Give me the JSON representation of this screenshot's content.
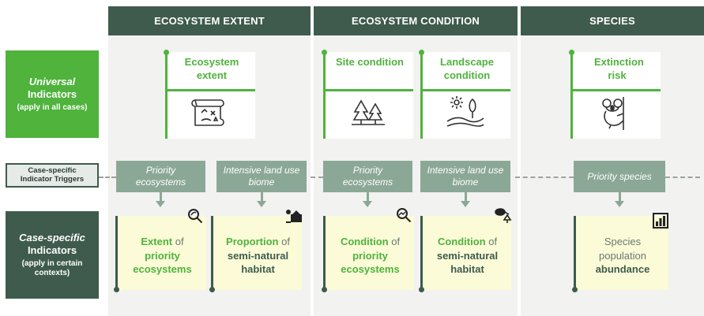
{
  "columns": [
    {
      "header": "ECOSYSTEM EXTENT"
    },
    {
      "header": "ECOSYSTEM CONDITION"
    },
    {
      "header": "SPECIES"
    }
  ],
  "rows": {
    "universal": {
      "title": "Universal",
      "sub": "Indicators",
      "note": "(apply in all cases)"
    },
    "trigger": {
      "text": "Case-specific Indicator Triggers"
    },
    "case": {
      "title": "Case-specific",
      "sub": "Indicators",
      "note": "(apply in certain contexts)"
    }
  },
  "universal_cards": [
    {
      "title": "Ecosystem extent",
      "icon": "map-icon"
    },
    {
      "title": "Site condition",
      "icon": "forest-icon"
    },
    {
      "title": "Landscape condition",
      "icon": "landscape-icon"
    },
    {
      "title": "Extinction risk",
      "icon": "koala-icon"
    }
  ],
  "triggers": [
    {
      "text": "Priority ecosystems"
    },
    {
      "text": "Intensive land use biome"
    },
    {
      "text": "Priority ecosystems"
    },
    {
      "text": "Intensive land use biome"
    },
    {
      "text": "Priority species"
    }
  ],
  "case_cards": [
    {
      "bold": "Extent",
      "mid": "of",
      "rest": "priority ecosystems",
      "icon": "magnifier-leaf-icon"
    },
    {
      "bold": "Proportion",
      "mid": "of",
      "rest": "semi-natural habitat",
      "icon": "habitat-icon"
    },
    {
      "bold": "Condition",
      "mid": "of",
      "rest": "priority ecosystems",
      "icon": "magnifier-trend-icon"
    },
    {
      "bold": "Condition",
      "mid": "of",
      "rest": "semi-natural habitat",
      "icon": "watering-icon"
    },
    {
      "line1": "Species",
      "line2": "population",
      "bold": "abundance",
      "icon": "bar-chart-icon"
    }
  ],
  "colors": {
    "dark_green": "#3e5b4d",
    "bright_green": "#4fb33c",
    "trigger_green": "#8ba896",
    "card_yellow": "#fbfbd8"
  }
}
